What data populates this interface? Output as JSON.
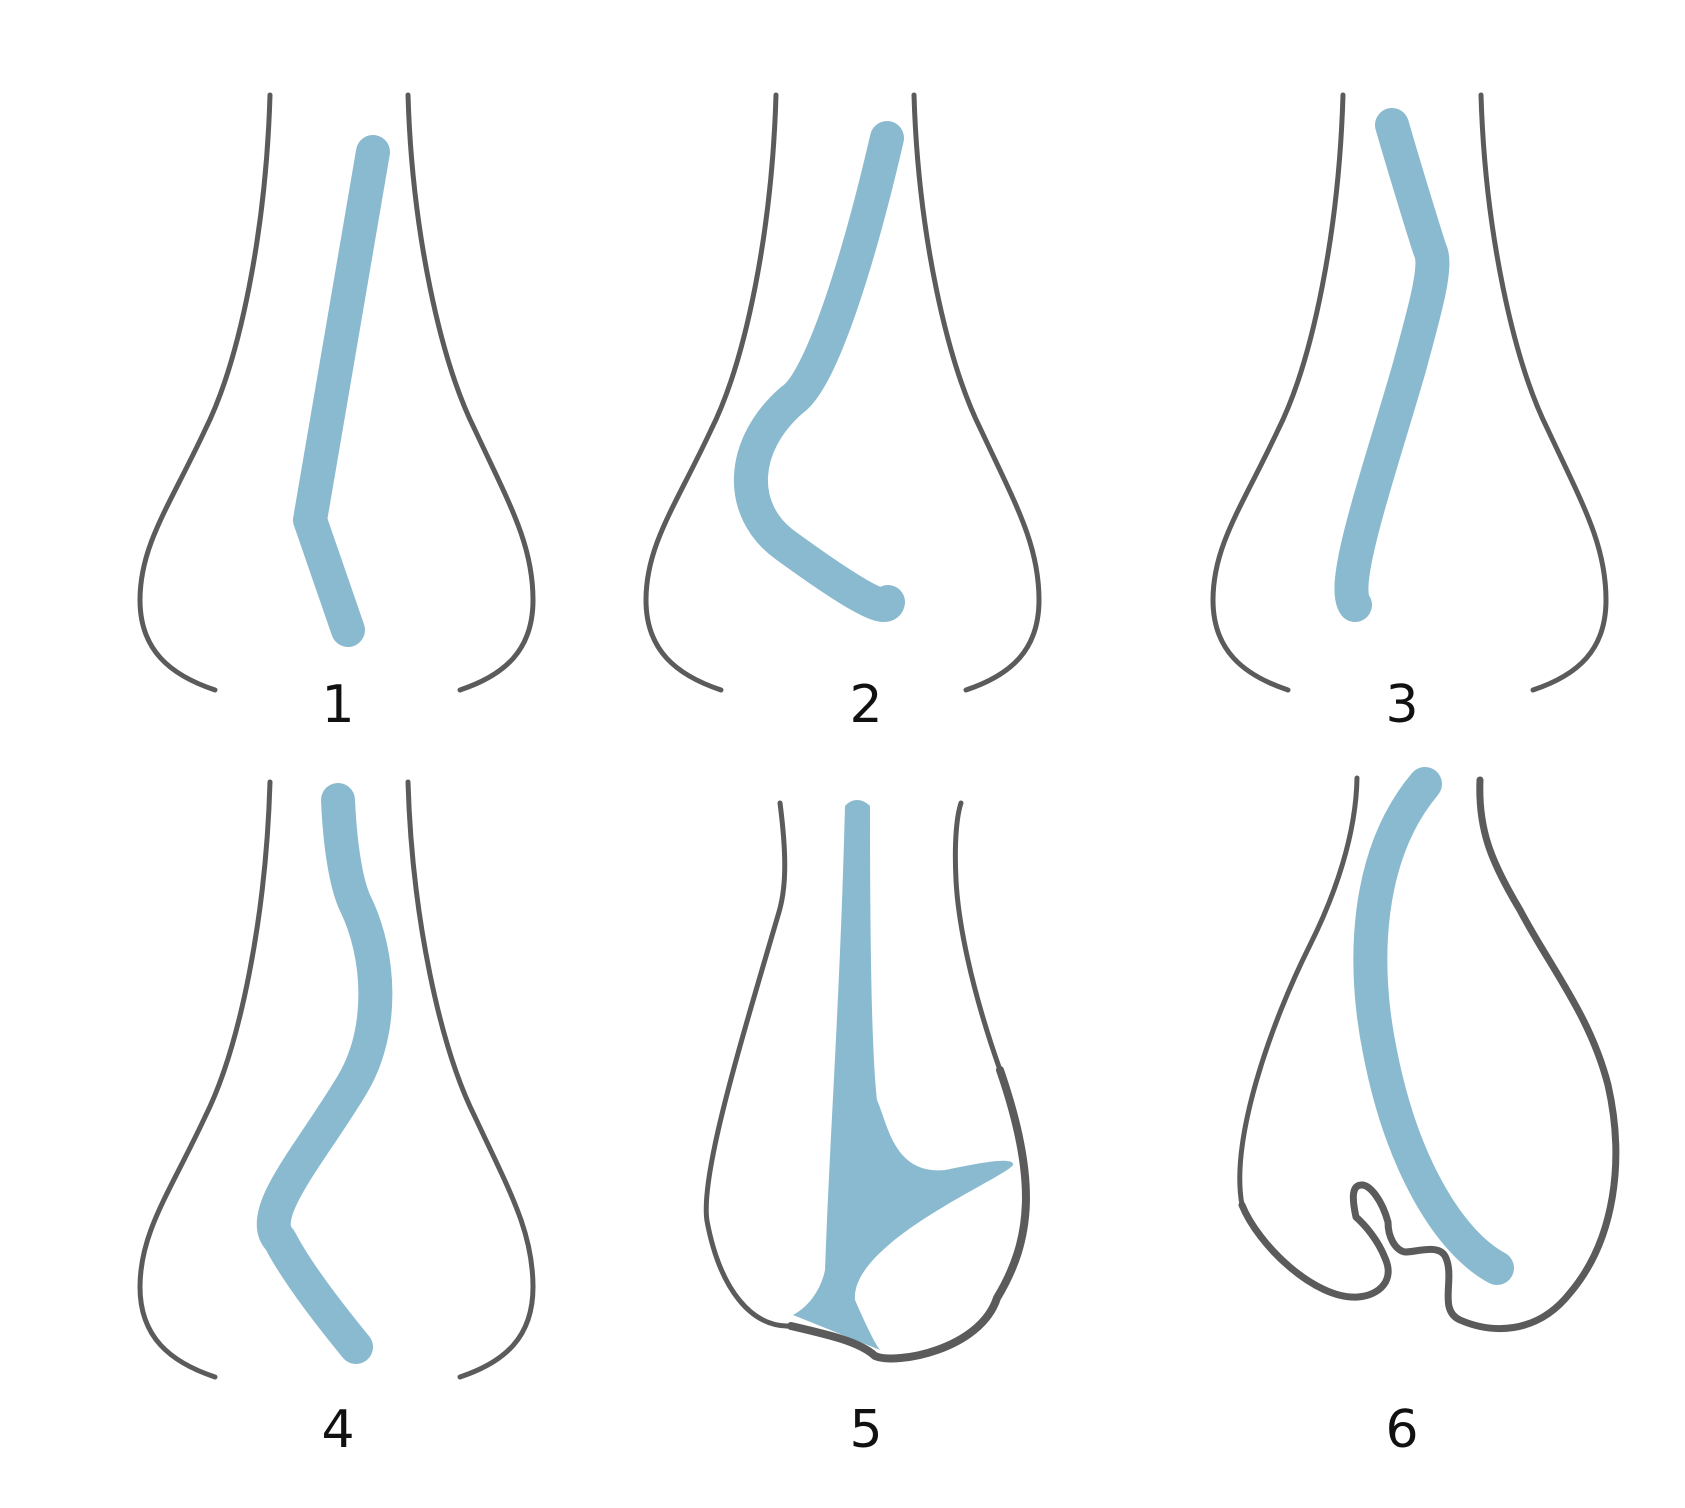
{
  "figure": {
    "panels": [
      {
        "label": "1"
      },
      {
        "label": "2"
      },
      {
        "label": "3"
      },
      {
        "label": "4"
      },
      {
        "label": "5"
      },
      {
        "label": "6"
      }
    ]
  },
  "colors": {
    "outline": "#5b5b5b",
    "septum": "#8abacf",
    "background": "#ffffff",
    "label": "#111111"
  }
}
